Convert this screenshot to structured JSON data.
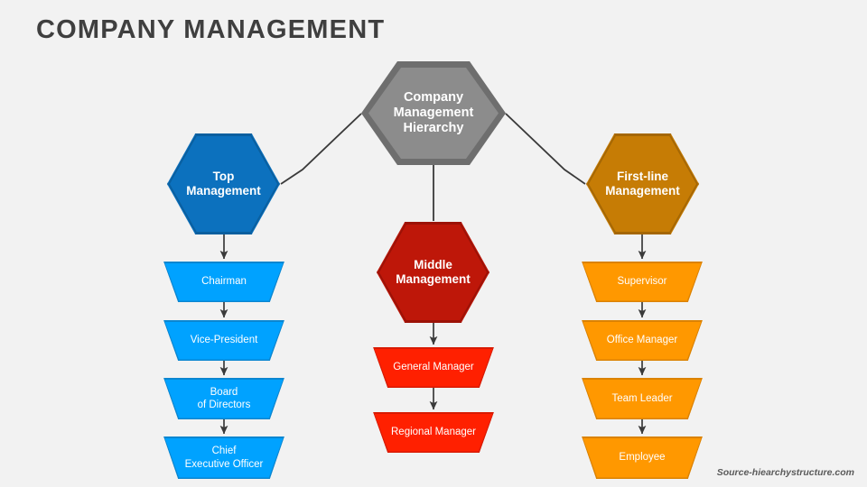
{
  "slide": {
    "title": "COMPANY MANAGEMENT",
    "source": "Source-hiearchystructure.com",
    "background_color": "#F2F2F2",
    "title_color": "#3F3F3F"
  },
  "root": {
    "label": "Company\nManagement\nHierarchy",
    "line1": "Company",
    "line2": "Management",
    "line3": "Hierarchy",
    "fill": "#8C8C8C",
    "border": "#6E6E6E",
    "shape": "hexagon"
  },
  "branches": [
    {
      "id": "top-management",
      "head": {
        "line1": "Top",
        "line2": "Management",
        "fill": "#0C71BE",
        "border": "#0A5F9F",
        "shape": "hexagon"
      },
      "node_fill": "#00A2FF",
      "node_border": "#0B86D0",
      "nodes": [
        {
          "line1": "Chairman",
          "line2": ""
        },
        {
          "line1": "Vice-President",
          "line2": ""
        },
        {
          "line1": "Board",
          "line2": "of Directors"
        },
        {
          "line1": "Chief",
          "line2": "Executive Officer"
        }
      ]
    },
    {
      "id": "middle-management",
      "head": {
        "line1": "Middle",
        "line2": "Management",
        "fill": "#BE1709",
        "border": "#9C1207",
        "shape": "hexagon"
      },
      "node_fill": "#FF2000",
      "node_border": "#D81A00",
      "nodes": [
        {
          "line1": "General Manager",
          "line2": ""
        },
        {
          "line1": "Regional Manager",
          "line2": ""
        }
      ]
    },
    {
      "id": "first-line-management",
      "head": {
        "line1": "First-line",
        "line2": "Management",
        "fill": "#C67C05",
        "border": "#A56704",
        "shape": "hexagon"
      },
      "node_fill": "#FF9800",
      "node_border": "#DB8200",
      "nodes": [
        {
          "line1": "Supervisor",
          "line2": ""
        },
        {
          "line1": "Office Manager",
          "line2": ""
        },
        {
          "line1": "Team Leader",
          "line2": ""
        },
        {
          "line1": "Employee",
          "line2": ""
        }
      ]
    }
  ],
  "connectors": {
    "color": "#3A3A3A",
    "arrow_color": "#3A3A3A"
  }
}
